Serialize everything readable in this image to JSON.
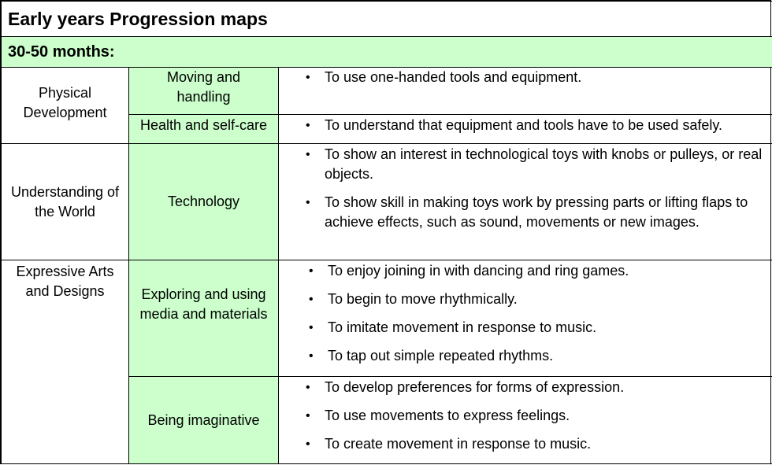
{
  "doc_title": "Early years Progression maps",
  "age_band": "30-50 months:",
  "areas": [
    {
      "name": "Physical Development",
      "aspects": [
        {
          "name": "Moving and handling",
          "goals": [
            "To use one-handed tools and equipment."
          ]
        },
        {
          "name": "Health and self-care",
          "goals": [
            "To understand that equipment and tools have to be used safely."
          ]
        }
      ]
    },
    {
      "name": "Understanding of the World",
      "aspects": [
        {
          "name": "Technology",
          "goals": [
            "To show an interest in technological toys with knobs or pulleys, or real objects.",
            "To show skill in making toys work by pressing parts or lifting flaps to achieve effects, such as sound, movements or new images."
          ]
        }
      ]
    },
    {
      "name": "Expressive Arts and Designs",
      "aspects": [
        {
          "name": "Exploring and using media and materials",
          "goals": [
            "To enjoy joining in with dancing and ring games.",
            "To begin to move rhythmically.",
            "To imitate movement in response to music.",
            "To tap out simple repeated rhythms."
          ]
        },
        {
          "name": "Being imaginative",
          "goals": [
            "To develop preferences for forms of expression.",
            "To use movements to express feelings.",
            "To create movement in response to music."
          ]
        }
      ]
    }
  ]
}
